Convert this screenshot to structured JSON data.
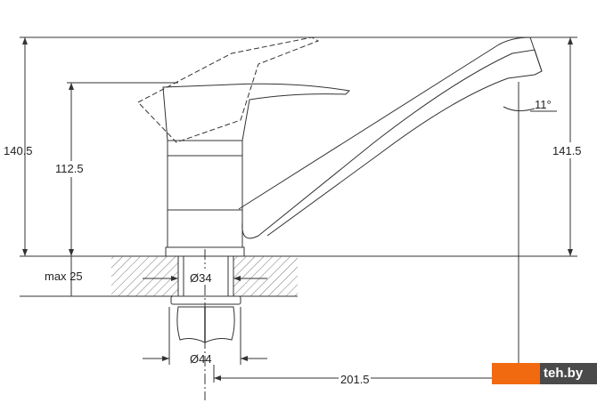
{
  "dimensions": {
    "total_height": "140.5",
    "handle_height": "112.5",
    "spout_height": "141.5",
    "max_thickness": "max 25",
    "hole_diameter": "Ø34",
    "nut_diameter": "Ø44",
    "spout_reach": "201.5",
    "spout_angle": "11°"
  },
  "watermark": {
    "text": "teh.by",
    "colors": {
      "orange": "#f26a10",
      "dark": "#4a4a4a"
    }
  }
}
